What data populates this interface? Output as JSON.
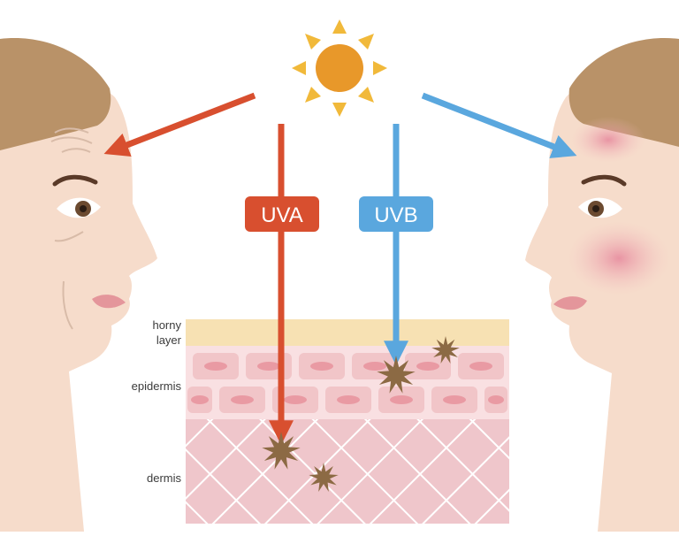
{
  "badges": {
    "uva": "UVA",
    "uvb": "UVB"
  },
  "layers": {
    "horny_line1": "horny",
    "horny_line2": "layer",
    "epidermis": "epidermis",
    "dermis": "dermis"
  },
  "colors": {
    "uva": "#d84f2f",
    "uvb": "#5aa7de",
    "sun": "#e8982a",
    "sun_rays": "#f1b93a",
    "skin": "#f6dccb",
    "hair": "#b99268",
    "horny_layer": "#f7e1b3",
    "epidermis": "#f9e0e2",
    "cells": "#f1c5c8",
    "nuclei": "#e99aa3",
    "dermis": "#efc6cb",
    "damage": "#8c6a44"
  },
  "icons": {
    "sun": "sun-icon",
    "damage": "starburst-icon"
  }
}
